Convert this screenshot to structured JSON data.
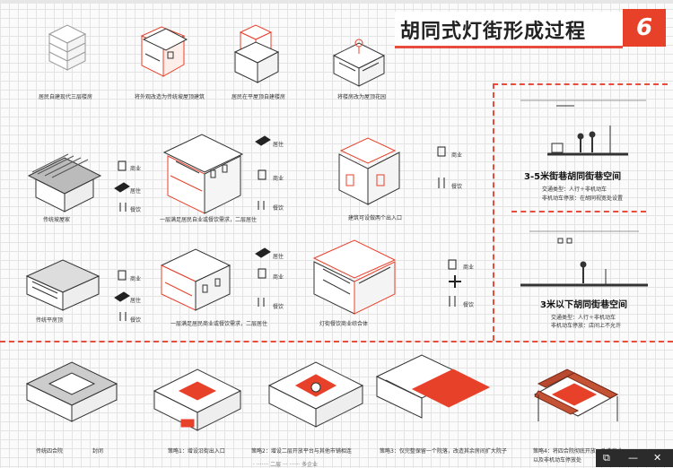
{
  "title": "胡同式灯街形成过程",
  "title_number": "6",
  "row1": {
    "captions": [
      "居民自建现代三层楼房",
      "将外观改造为传统坡屋顶建筑",
      "居民在平屋顶自建楼房",
      "将楼房改为屋顶花园"
    ]
  },
  "row2": {
    "left_caption": "传统坡屋家",
    "middle_caption": "一层满足居民自业或餐饮需求，二层居住",
    "right_caption": "建筑可设做两个出入口",
    "icons": [
      "商业",
      "居住",
      "餐饮"
    ]
  },
  "row3": {
    "left_caption": "传统平房顶",
    "middle_caption": "一层满足居民商业或餐饮需求，二层居住",
    "right_caption": "灯街餐饮商业综合体",
    "icons": [
      "商业",
      "居住",
      "餐饮"
    ]
  },
  "street": {
    "title1": "3-5米街巷胡同街巷空间",
    "sub1a": "交通类型：人行＋非机动车",
    "sub1b": "非机动车停放：在胡同视宽处设置",
    "title2": "3米以下胡同街巷空间",
    "sub2a": "交通类型：人行＋非机动车",
    "sub2b": "非机动车停放：店间上不允许"
  },
  "bottom": {
    "captions": [
      "传统四合院",
      "封闭",
      "策略1：增设沿街出入口",
      "策略2：增设二层开放平台与其他市铺相连",
      "策略3：仅完整保留一个院落，改造其余房间扩大院子",
      "策略4：将四合院彻底开放，改造商业",
      "以及非机动车停放处"
    ],
    "footer": "· ······· 二层 ··· ······ 多企业"
  },
  "colors": {
    "accent": "#e8412a",
    "line": "#333333"
  },
  "toolbar_icons": [
    "restore-icon",
    "minimize-icon",
    "close-icon"
  ]
}
